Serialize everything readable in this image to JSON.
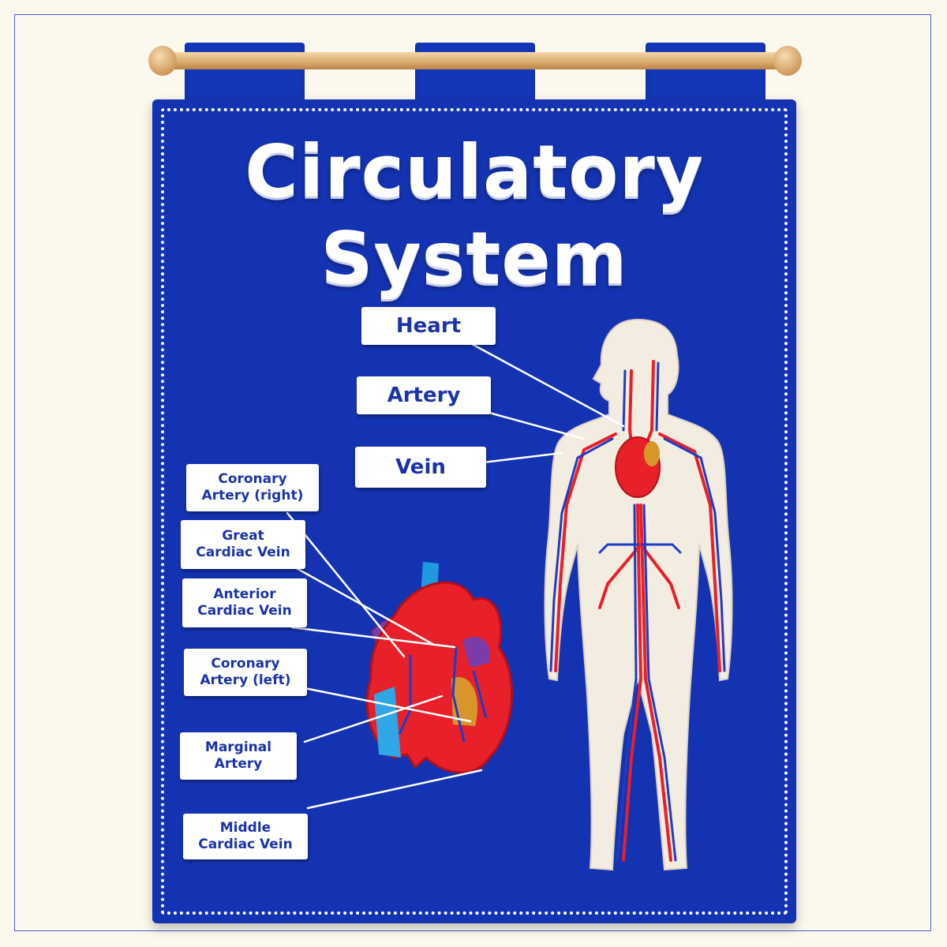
{
  "title": {
    "line1": "Circulatory",
    "line2": "System"
  },
  "body_labels": [
    {
      "text": "Heart"
    },
    {
      "text": "Artery"
    },
    {
      "text": "Vein"
    }
  ],
  "heart_labels": [
    {
      "line1": "Coronary",
      "line2": "Artery (right)"
    },
    {
      "line1": "Great",
      "line2": "Cardiac Vein"
    },
    {
      "line1": "Anterior",
      "line2": "Cardiac Vein"
    },
    {
      "line1": "Coronary",
      "line2": "Artery (left)"
    },
    {
      "line1": "Marginal",
      "line2": "Artery"
    },
    {
      "line1": "Middle",
      "line2": "Cardiac Vein"
    }
  ],
  "colors": {
    "felt_blue": "#1433b2",
    "artery_red": "#e8202a",
    "vein_blue": "#1f3cc4",
    "body_cream": "#f3ece0",
    "label_text": "#1b33a8"
  }
}
